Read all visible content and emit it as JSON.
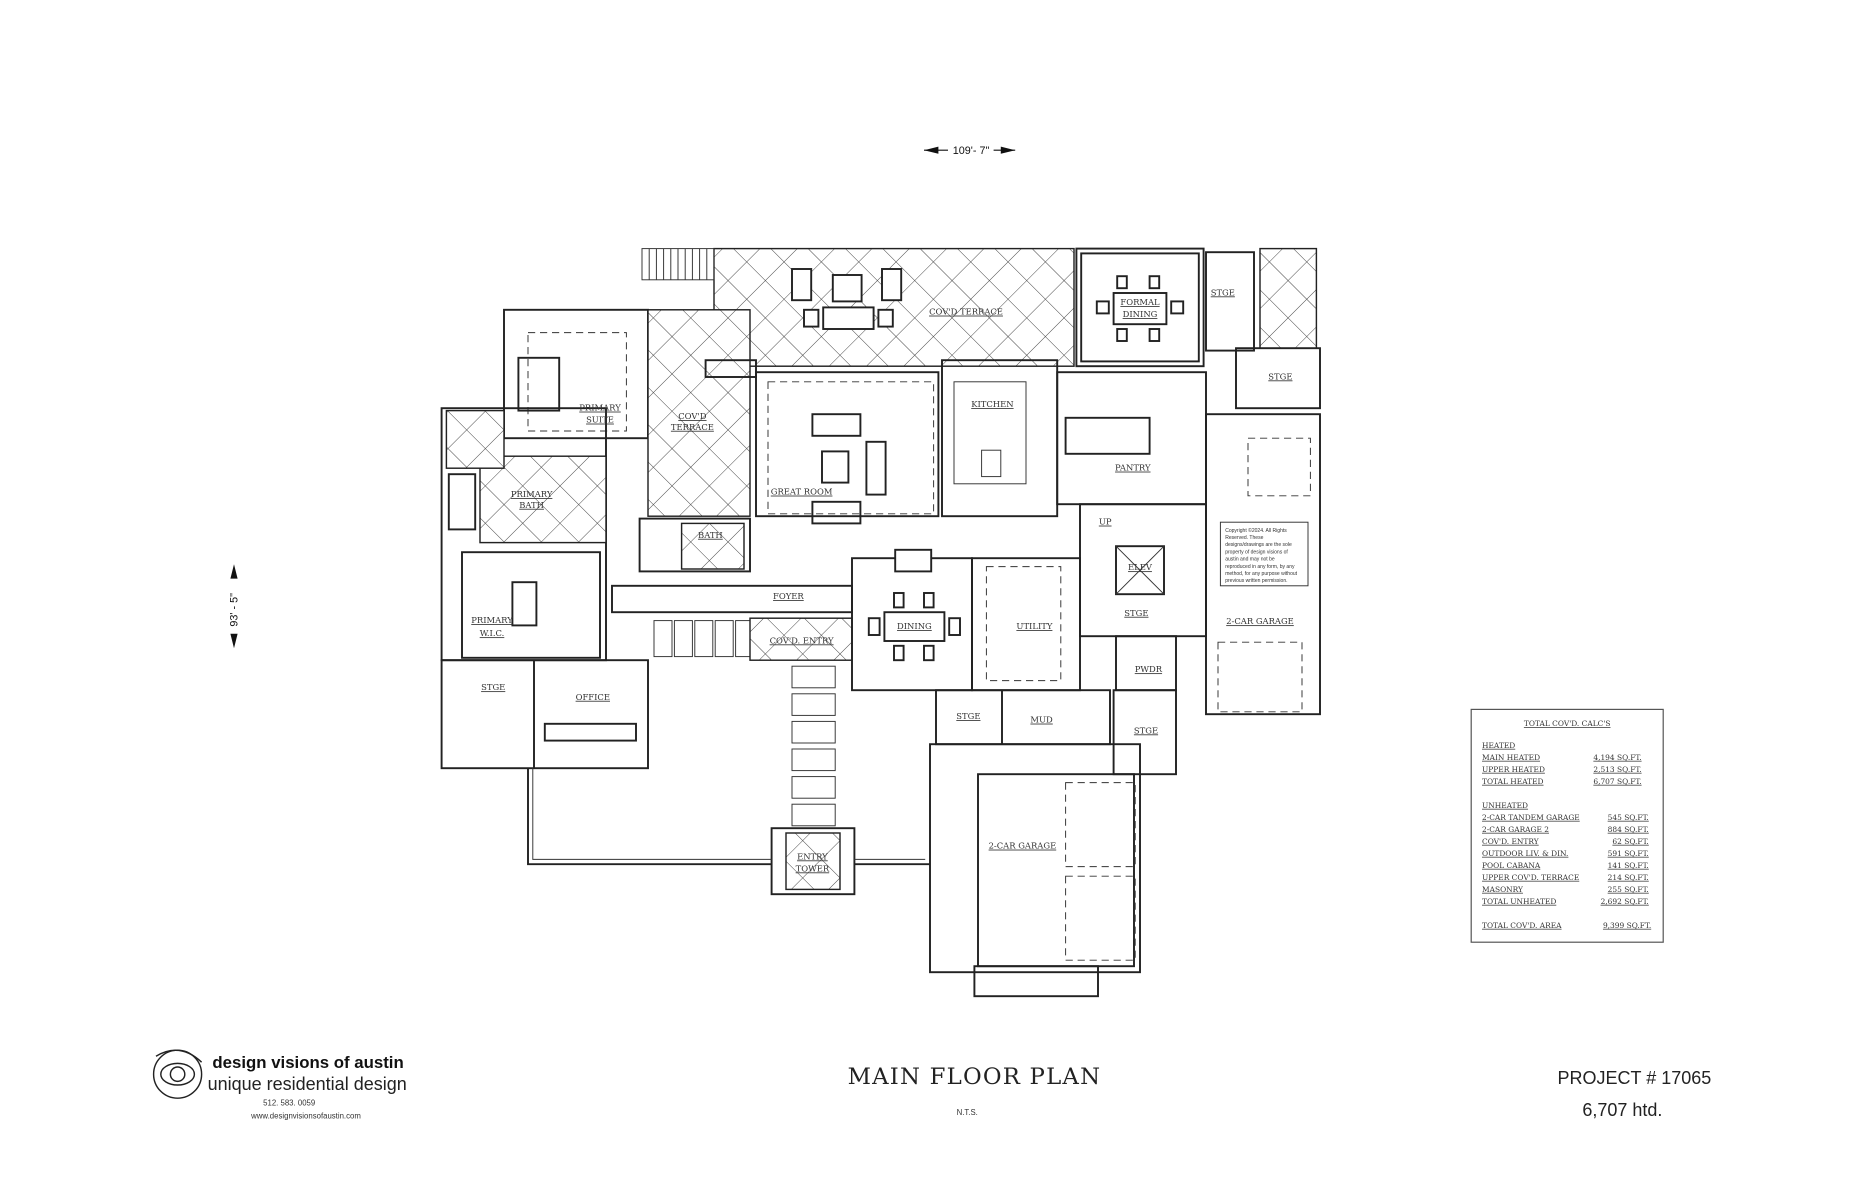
{
  "dimensions": {
    "width": "109'- 7\"",
    "depth": "93' - 5\""
  },
  "rooms": {
    "covd_terrace_top": "COV'D TERRACE",
    "formal_dining_1": "FORMAL",
    "formal_dining_2": "DINING",
    "stge_top": "STGE",
    "stge_right": "STGE",
    "primary_suite_1": "PRIMARY",
    "primary_suite_2": "SUITE",
    "covd_terrace_left_1": "COV'D",
    "covd_terrace_left_2": "TERRACE",
    "great_room": "GREAT ROOM",
    "kitchen": "KITCHEN",
    "pantry": "PANTRY",
    "primary_bath_1": "PRIMARY",
    "primary_bath_2": "BATH",
    "bath": "BATH",
    "foyer": "FOYER",
    "elev": "ELEV",
    "stge_elev": "STGE",
    "garage_right": "2-CAR GARAGE",
    "primary_wic_1": "PRIMARY",
    "primary_wic_2": "W.I.C.",
    "dining": "DINING",
    "utility": "UTILITY",
    "covd_entry": "COV'D. ENTRY",
    "powder": "PWDR",
    "stge_office": "STGE",
    "office": "OFFICE",
    "stge_mud": "STGE",
    "mud": "MUD",
    "stge_garage": "STGE",
    "garage_bottom": "2-CAR GARAGE",
    "entry_tower_1": "ENTRY",
    "entry_tower_2": "TOWER",
    "up": "UP"
  },
  "copyright": [
    "Copyright ©2024. All Rights",
    "Reserved.  These",
    "designs/drawings are the sole",
    "property of design visions of",
    "austin and may not be",
    "reproduced in any form, by any",
    "method, for any purpose without",
    "previous written permission."
  ],
  "calcs": {
    "title": "TOTAL COV'D. CALC'S",
    "heated_header": "HEATED",
    "heated": [
      {
        "label": "MAIN HEATED",
        "value": "4,194 SQ.FT."
      },
      {
        "label": "UPPER HEATED",
        "value": "2,513 SQ.FT."
      },
      {
        "label": "TOTAL HEATED",
        "value": "6,707 SQ.FT."
      }
    ],
    "unheated_header": "UNHEATED",
    "unheated": [
      {
        "label": "2-CAR TANDEM GARAGE",
        "value": "545 SQ.FT."
      },
      {
        "label": "2-CAR GARAGE 2",
        "value": "884 SQ.FT."
      },
      {
        "label": "COV'D. ENTRY",
        "value": "62 SQ.FT."
      },
      {
        "label": "OUTDOOR LIV. & DIN.",
        "value": "591 SQ.FT."
      },
      {
        "label": "POOL CABANA",
        "value": "141 SQ.FT."
      },
      {
        "label": "UPPER COV'D. TERRACE",
        "value": "214 SQ.FT."
      },
      {
        "label": "MASONRY",
        "value": "255 SQ.FT."
      },
      {
        "label": "TOTAL UNHEATED",
        "value": "2,692 SQ.FT."
      }
    ],
    "total": {
      "label": "TOTAL COV'D. AREA",
      "value": "9,399 SQ.FT."
    }
  },
  "title_block": {
    "title": "MAIN FLOOR PLAN",
    "scale": "N.T.S.",
    "project": "PROJECT #  17065",
    "heated": "6,707 htd."
  },
  "logo": {
    "company": "design visions of austin",
    "tagline": "unique residential design",
    "phone": "512. 583. 0059",
    "website": "www.designvisionsofaustin.com"
  }
}
